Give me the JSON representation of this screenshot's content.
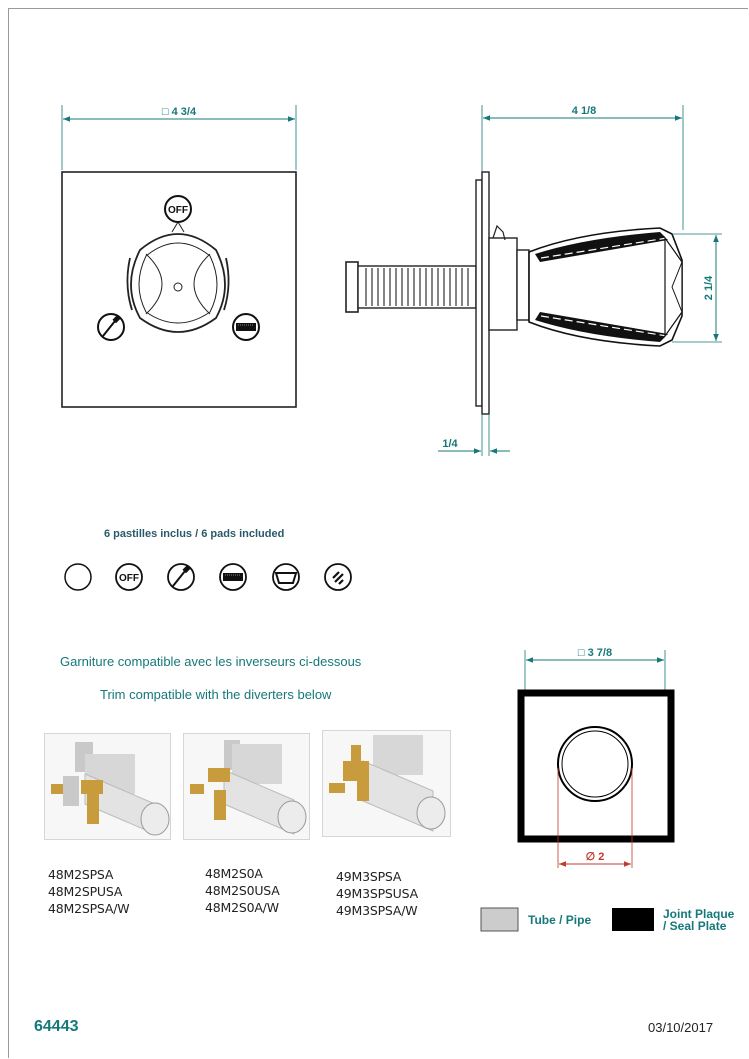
{
  "front_view": {
    "width_dim": "□ 4 3/4"
  },
  "side_view": {
    "depth_dim": "4 1/8",
    "handle_height_dim": "2 1/4",
    "plate_dim": "1/4"
  },
  "front_icons": {
    "off": "OFF"
  },
  "pads": {
    "title": "6 pastilles inclus / 6 pads included",
    "items": [
      {
        "icon": "blank-pad-icon"
      },
      {
        "icon": "off-pad-icon",
        "text": "OFF"
      },
      {
        "icon": "handshower-pad-icon"
      },
      {
        "icon": "rain-shower-pad-icon"
      },
      {
        "icon": "bathtub-pad-icon"
      },
      {
        "icon": "body-jet-pad-icon"
      }
    ]
  },
  "compatibility": {
    "line_fr": "Garniture compatible avec les inverseurs ci-dessous",
    "line_en": "Trim compatible with the diverters below"
  },
  "products": [
    {
      "models": [
        "48M2SPSA",
        "48M2SPUSA",
        "48M2SPSA/W"
      ]
    },
    {
      "models": [
        "48M2S0A",
        "48M2S0USA",
        "48M2S0A/W"
      ]
    },
    {
      "models": [
        "49M3SPSA",
        "49M3SPSUSA",
        "49M3SPSA/W"
      ]
    }
  ],
  "seal_view": {
    "outer_dim": "□ 3 7/8",
    "pipe_dim": "∅ 2"
  },
  "legend": {
    "tube": "Tube / Pipe",
    "plaque_line1": "Joint Plaque",
    "plaque_line2": "/ Seal Plate",
    "tube_color": "#cccccc",
    "plaque_color": "#000000"
  },
  "footer": {
    "doc_number": "64443",
    "date": "03/10/2017"
  },
  "colors": {
    "accent": "#16787a",
    "dim_red": "#c0392b"
  }
}
